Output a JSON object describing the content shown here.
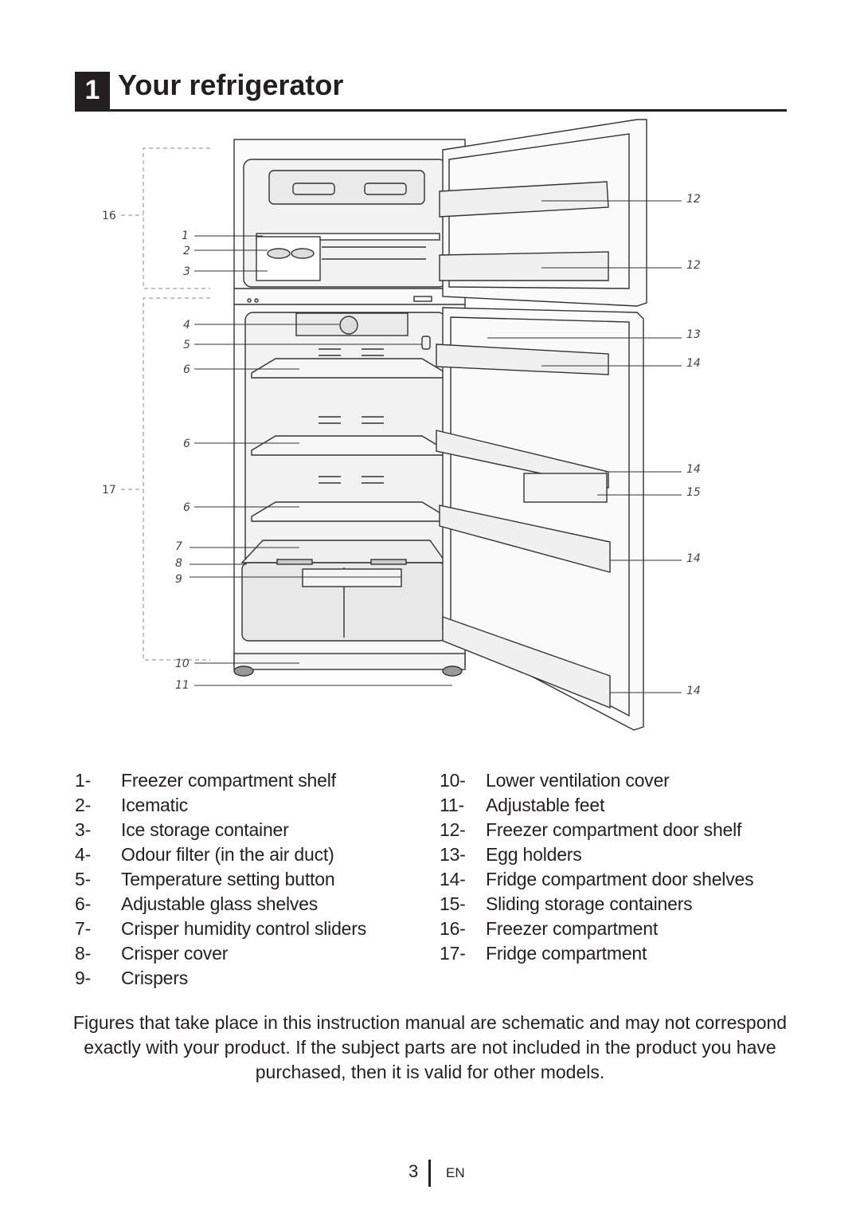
{
  "section": {
    "number": "1",
    "title": "Your refrigerator"
  },
  "diagram": {
    "callouts": [
      "1",
      "2",
      "3",
      "4",
      "5",
      "6",
      "6",
      "6",
      "7",
      "8",
      "9",
      "10",
      "11",
      "12",
      "12",
      "13",
      "14",
      "14",
      "14",
      "14",
      "15",
      "16",
      "17"
    ]
  },
  "legend_left": [
    {
      "num": "1-",
      "label": "Freezer compartment shelf"
    },
    {
      "num": "2-",
      "label": "Icematic"
    },
    {
      "num": "3-",
      "label": "Ice storage container"
    },
    {
      "num": "4-",
      "label": "Odour filter (in the air duct)"
    },
    {
      "num": "5-",
      "label": "Temperature setting button"
    },
    {
      "num": "6-",
      "label": "Adjustable glass shelves"
    },
    {
      "num": "7-",
      "label": "Crisper humidity control sliders"
    },
    {
      "num": "8-",
      "label": "Crisper cover"
    },
    {
      "num": "9-",
      "label": "Crispers"
    }
  ],
  "legend_right": [
    {
      "num": "10-",
      "label": "Lower ventilation cover"
    },
    {
      "num": "11-",
      "label": "Adjustable feet"
    },
    {
      "num": "12-",
      "label": "Freezer compartment door shelf"
    },
    {
      "num": "13-",
      "label": "Egg holders"
    },
    {
      "num": "14-",
      "label": "Fridge compartment door shelves"
    },
    {
      "num": "15-",
      "label": "Sliding storage containers"
    },
    {
      "num": "16-",
      "label": "Freezer compartment"
    },
    {
      "num": "17-",
      "label": "Fridge compartment"
    }
  ],
  "note": "Figures that take place in this instruction manual are schematic and may not correspond exactly with your product. If the subject parts are not included in the product you have purchased, then it is valid for other models.",
  "footer": {
    "page": "3",
    "lang": "EN"
  }
}
